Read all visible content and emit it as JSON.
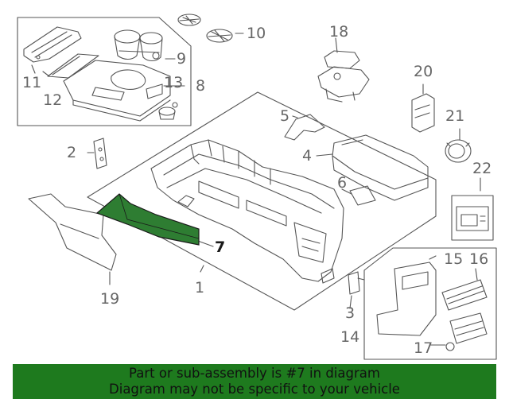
{
  "callouts": {
    "c1": "1",
    "c2": "2",
    "c3": "3",
    "c4": "4",
    "c5": "5",
    "c6": "6",
    "c7": "7",
    "c8": "8",
    "c9": "9",
    "c10": "10",
    "c11": "11",
    "c12": "12",
    "c13": "13",
    "c14": "14",
    "c15": "15",
    "c16": "16",
    "c17": "17",
    "c18": "18",
    "c19": "19",
    "c20": "20",
    "c21": "21",
    "c22": "22"
  },
  "highlight": {
    "part_number": "7",
    "color": "#2e7d32"
  },
  "banner": {
    "line1": "Part or sub-assembly is #7 in diagram",
    "line2": "Diagram may not be specific to your vehicle",
    "color": "#1e7a1e"
  }
}
